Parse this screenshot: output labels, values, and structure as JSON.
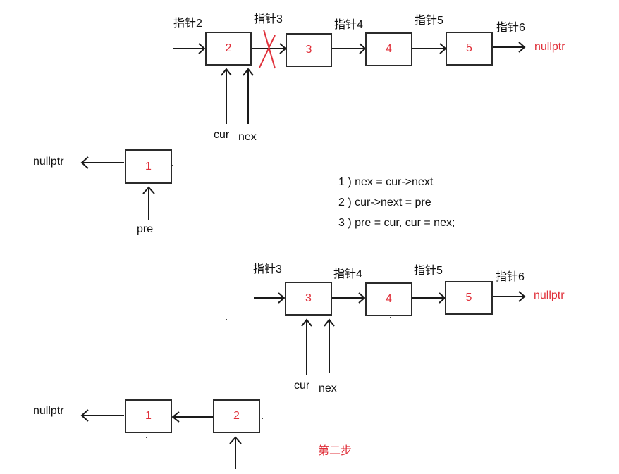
{
  "colors": {
    "node_text": "#e0303a",
    "line": "#1a1a1a",
    "cross": "#e0303a"
  },
  "section1": {
    "pointer_labels": [
      "指针2",
      "指针3",
      "指针4",
      "指针5",
      "指针6"
    ],
    "nodes": [
      "2",
      "3",
      "4",
      "5"
    ],
    "end_label": "nullptr",
    "cur_label": "cur",
    "nex_label": "nex",
    "prev_nullptr": "nullptr",
    "prev_node": "1",
    "pre_label": "pre"
  },
  "steps": [
    "1 ) nex = cur->next",
    "2 ) cur->next = pre",
    "3 ) pre = cur, cur = nex;"
  ],
  "section2": {
    "pointer_labels": [
      "指针3",
      "指针4",
      "指针5",
      "指针6"
    ],
    "nodes": [
      "3",
      "4",
      "5"
    ],
    "end_label": "nullptr",
    "cur_label": "cur",
    "nex_label": "nex",
    "prev_nullptr": "nullptr",
    "rev_nodes": [
      "1",
      "2"
    ]
  },
  "caption": "第二步"
}
